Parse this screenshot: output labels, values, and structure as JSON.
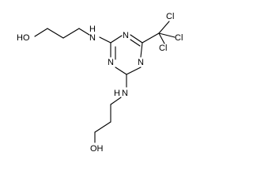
{
  "molecule": {
    "atoms": {
      "ho_top": "HO",
      "nh_top": "N",
      "h_top": "H",
      "ring_n_top": "N",
      "ring_n_right": "N",
      "ring_n_bottom": "N",
      "cl_1": "Cl",
      "cl_2": "Cl",
      "cl_3": "Cl",
      "nh_bottom": "N",
      "h_bottom": "H",
      "oh_bottom": "OH"
    }
  }
}
